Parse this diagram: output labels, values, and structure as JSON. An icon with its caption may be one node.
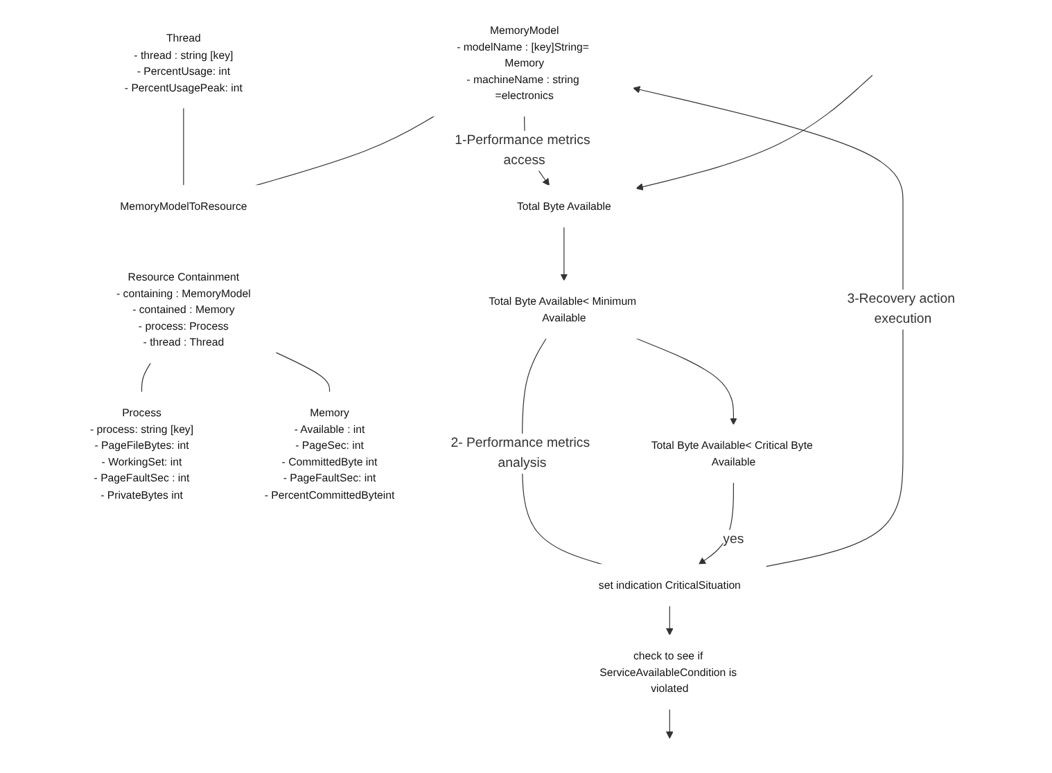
{
  "diagram": {
    "nodes": [
      {
        "text": [
          "Thread",
          "- thread : string [key]",
          "- PercentUsage: int",
          "- PercentUsagePeak: int"
        ]
      },
      {
        "text": [
          "MemoryModel",
          "- modelName : [key]String= Memory",
          "- machineName : string =electronics"
        ]
      },
      {
        "text": [
          "MemoryModelToResource"
        ]
      },
      {
        "text": [
          "Resource Containment",
          "- containing : MemoryModel",
          "- contained : Memory",
          "- process: Process",
          "- thread : Thread"
        ]
      },
      {
        "text": [
          "Process",
          "- process: string [key]",
          "- PageFileBytes: int",
          "- WorkingSet: int",
          "- PageFaultSec : int",
          "- PrivateBytes int"
        ]
      },
      {
        "text": [
          "Memory",
          "- Available : int",
          "- PageSec: int",
          "- CommittedByte int",
          "- PageFaultSec: int",
          "- PercentCommittedByteint"
        ]
      },
      {
        "text": [
          "Total Byte Available"
        ]
      },
      {
        "text": [
          "Total Byte Available< Minimum Available"
        ]
      },
      {
        "text": [
          "Total Byte Available< Critical Byte Available"
        ]
      },
      {
        "text": [
          "set indication CriticalSituation"
        ]
      },
      {
        "text": [
          "check to see if ServiceAvailableCondition is violated"
        ]
      }
    ],
    "edges": [
      {
        "from": 0,
        "to": 2,
        "arrow": "none"
      },
      {
        "from": 1,
        "to": 2,
        "arrow": "none"
      },
      {
        "from": 3,
        "to": 4,
        "arrow": "none"
      },
      {
        "from": 3,
        "to": 5,
        "arrow": "none"
      },
      {
        "from": 1,
        "to": 6,
        "arrow": "to",
        "label": "1-Performance metrics access"
      },
      {
        "from": 7,
        "to": 9,
        "arrow": "none",
        "label": "2- Performance metrics analysis"
      },
      {
        "from": 9,
        "to": 1,
        "arrow": "to",
        "label": "3-Recovery action execution"
      },
      {
        "from": null,
        "to": 6,
        "arrow": "to"
      },
      {
        "from": 6,
        "to": 7,
        "arrow": "to"
      },
      {
        "from": 7,
        "to": 8,
        "arrow": "to"
      },
      {
        "from": 8,
        "to": 9,
        "arrow": "to",
        "label": "yes"
      },
      {
        "from": 9,
        "to": 10,
        "arrow": "to"
      },
      {
        "from": 10,
        "to": null,
        "arrow": "to"
      }
    ]
  }
}
